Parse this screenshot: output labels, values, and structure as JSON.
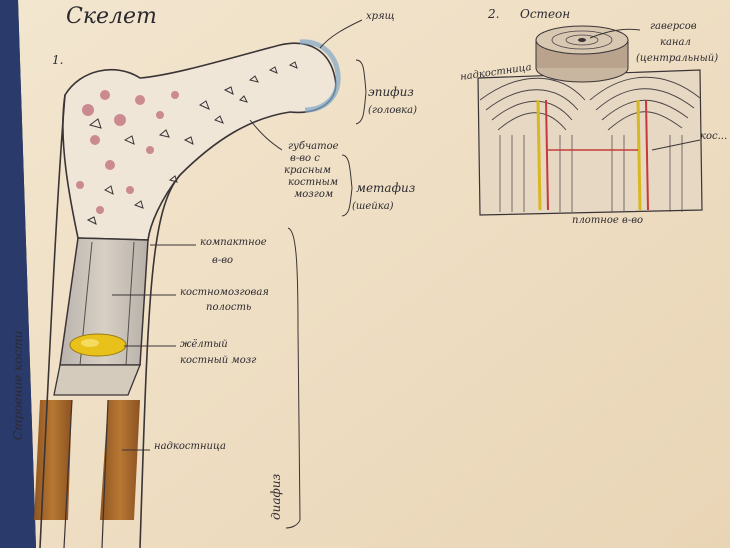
{
  "colors": {
    "paper": "#efe0c8",
    "ink": "#2c2a30",
    "spongy_red": "#c06a78",
    "marrow_yellow": "#e8c21a",
    "periosteum_brown": "#a8672a"
  },
  "page1": {
    "title": "Скелет",
    "number": "1.",
    "side_label": "Строение кости",
    "labels": {
      "cartilage": "хрящ",
      "epiphysis": "эпифиз",
      "epiphysis_note": "(головка)",
      "spongy_1": "губчатое",
      "spongy_2": "в-во с",
      "spongy_3": "красным",
      "spongy_4": "костным",
      "spongy_5": "мозгом",
      "metaphysis": "метафиз",
      "metaphysis_note": "(шейка)",
      "compact_1": "компактное",
      "compact_2": "в-во",
      "cavity_1": "костномозговая",
      "cavity_2": "полость",
      "yellow_1": "жёлтый",
      "yellow_2": "костный мозг",
      "periosteum": "надкостница",
      "diaphysis": "диафиз"
    }
  },
  "page2": {
    "number": "2.",
    "title": "Остеон",
    "labels": {
      "periosteum": "надкостница",
      "haversian_1": "гаверсов",
      "haversian_2": "канал",
      "haversian_3": "(центральный)",
      "bone_cells": "кос...",
      "compact": "плотное в-во"
    }
  }
}
